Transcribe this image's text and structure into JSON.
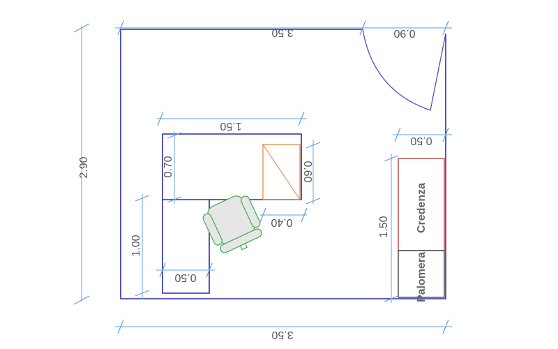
{
  "plan": {
    "dimensions": {
      "room_height": "2.90",
      "room_width_top": "3.50",
      "room_width_bottom": "3.50",
      "door_width": "0.90",
      "desk_width": "1.50",
      "desk_depth": "0.70",
      "drawer_height": "0.60",
      "drawer_width": "0.40",
      "desk_return_length": "1.00",
      "desk_return_width": "0.50",
      "cabinet_depth": "0.50",
      "cabinet_length": "1.50"
    },
    "furniture": {
      "credenza": "Credenza",
      "palomera": "Palomera"
    },
    "colors": {
      "wall": "#2a2ab0",
      "dimension": "#7fb3e8",
      "drawer": "#e8803a",
      "chair": "#3cae4a",
      "credenza": "#b02020"
    }
  }
}
